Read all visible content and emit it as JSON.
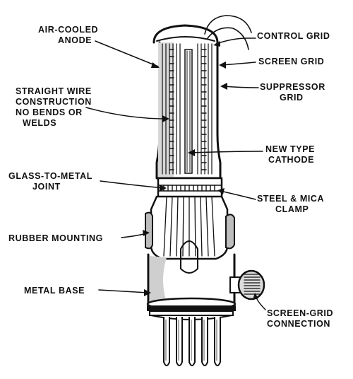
{
  "labels": {
    "air_cooled_anode": [
      "AIR-COOLED",
      "ANODE"
    ],
    "straight_wire": [
      "STRAIGHT WIRE",
      "CONSTRUCTION",
      "NO BENDS OR",
      "WELDS"
    ],
    "glass_to_metal": [
      "GLASS-TO-METAL",
      "JOINT"
    ],
    "rubber_mounting": [
      "RUBBER MOUNTING"
    ],
    "metal_base": [
      "METAL BASE"
    ],
    "control_grid": [
      "CONTROL GRID"
    ],
    "screen_grid": [
      "SCREEN GRID"
    ],
    "suppressor_grid": [
      "SUPPRESSOR",
      "GRID"
    ],
    "new_type_cathode": [
      "NEW TYPE",
      "CATHODE"
    ],
    "steel_mica_clamp": [
      "STEEL & MICA",
      "CLAMP"
    ],
    "screen_grid_connection": [
      "SCREEN-GRID",
      "CONNECTION"
    ]
  },
  "colors": {
    "ink": "#111111",
    "paper": "#ffffff",
    "shade": "#c8c8c8"
  }
}
